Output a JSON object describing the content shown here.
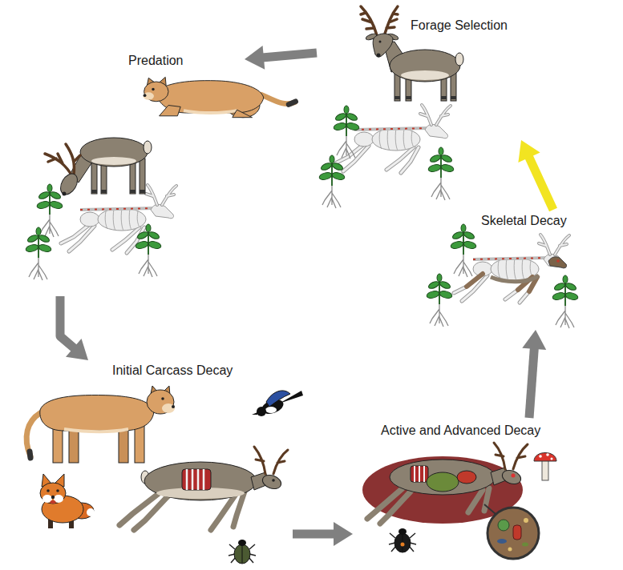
{
  "diagram": {
    "nodes": [
      {
        "text": [
          "Forage Selection"
        ]
      },
      {
        "text": [
          "Predation"
        ]
      },
      {
        "text": [
          "Initial Carcass Decay"
        ]
      },
      {
        "text": [
          "Active and Advanced Decay"
        ]
      },
      {
        "text": [
          "Skeletal Decay"
        ]
      }
    ],
    "edges": [
      {
        "from": 0,
        "to": 1,
        "arrow": "to"
      },
      {
        "from": 1,
        "to": 2,
        "arrow": "to"
      },
      {
        "from": 2,
        "to": 3,
        "arrow": "to"
      },
      {
        "from": 3,
        "to": 4,
        "arrow": "to"
      },
      {
        "from": 4,
        "to": 0,
        "arrow": "to"
      }
    ]
  }
}
